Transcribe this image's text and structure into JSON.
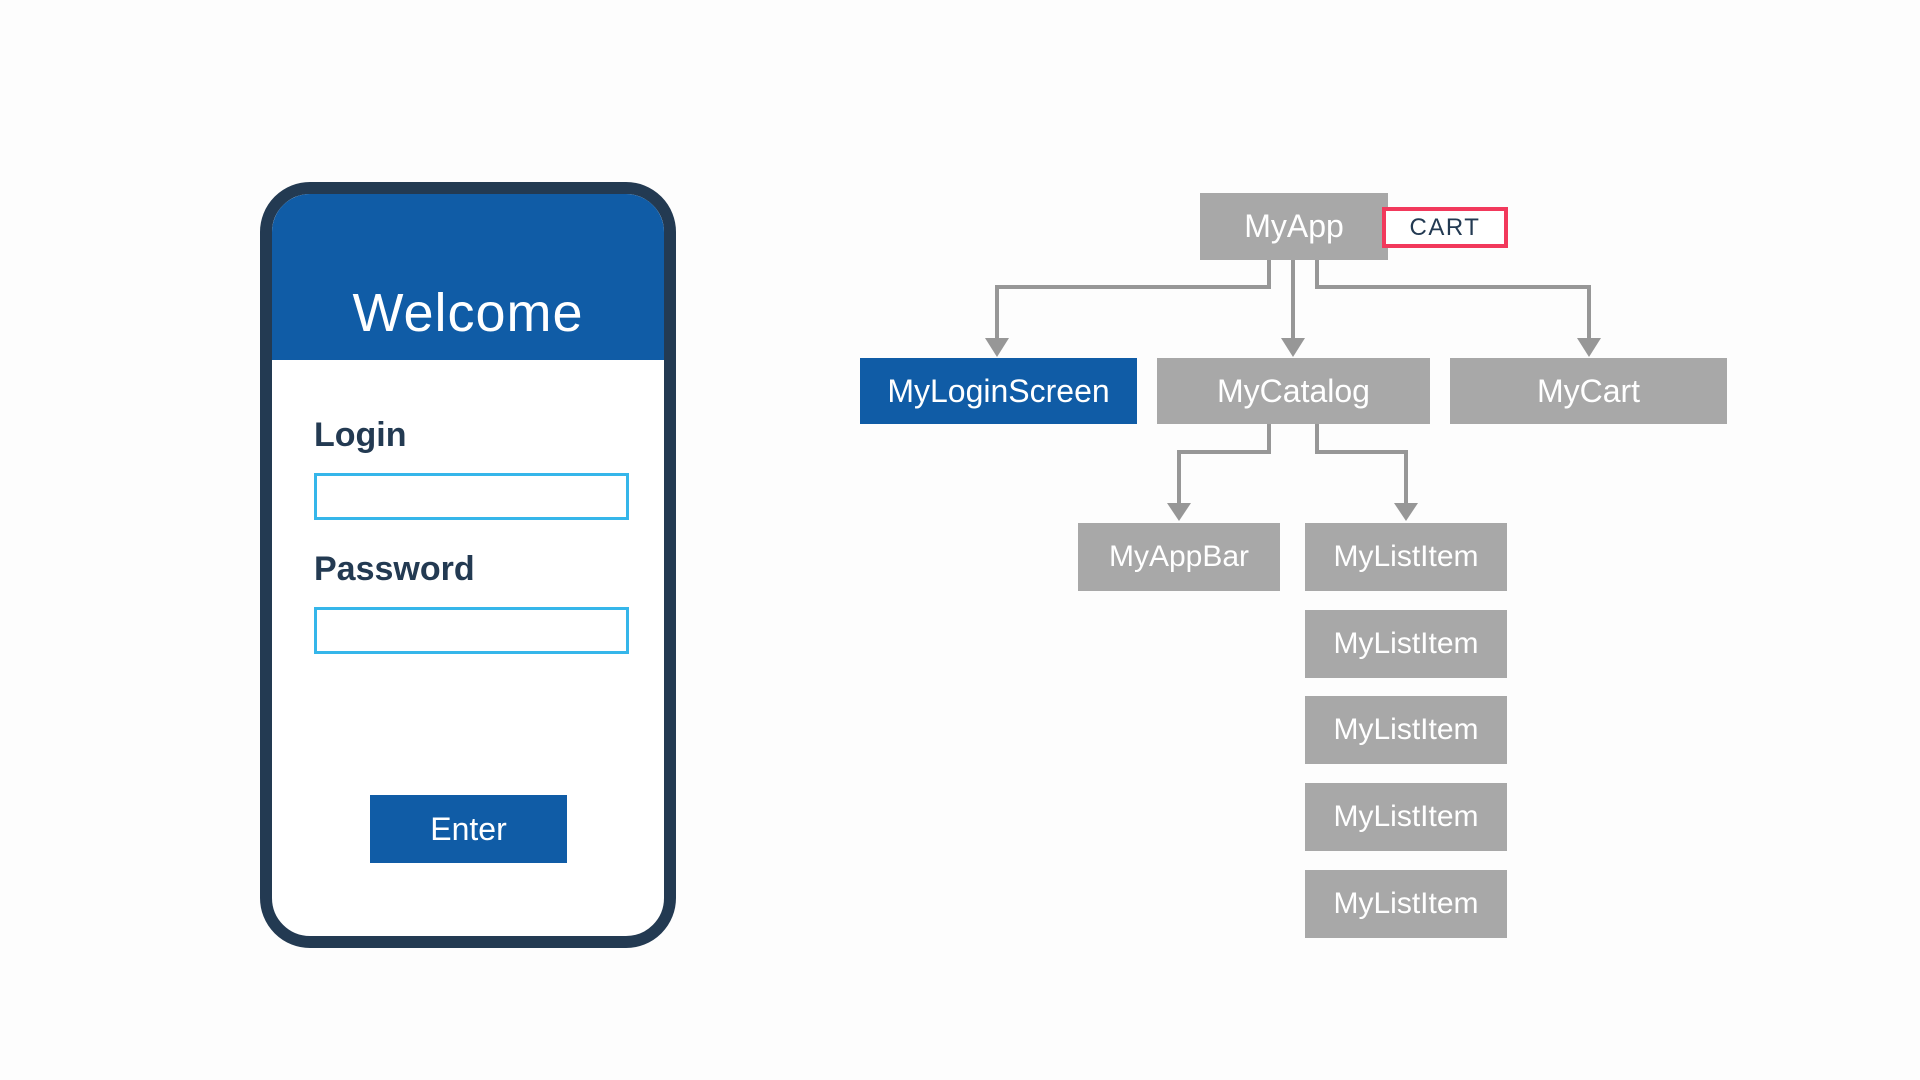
{
  "phone": {
    "title": "Welcome",
    "fields": [
      {
        "label": "Login",
        "value": ""
      },
      {
        "label": "Password",
        "value": ""
      }
    ],
    "button_label": "Enter"
  },
  "diagram": {
    "root": {
      "label": "MyApp"
    },
    "cart_badge": {
      "label": "CART"
    },
    "level1": [
      {
        "label": "MyLoginScreen",
        "variant": "blue"
      },
      {
        "label": "MyCatalog",
        "variant": "gray"
      },
      {
        "label": "MyCart",
        "variant": "gray"
      }
    ],
    "level2": [
      {
        "label": "MyAppBar"
      },
      {
        "label": "MyListItem"
      }
    ],
    "extra_list_items": [
      "MyListItem",
      "MyListItem",
      "MyListItem",
      "MyListItem"
    ]
  },
  "colors": {
    "primary_blue": "#105ca6",
    "navy": "#233a52",
    "node_gray": "#a8a8a8",
    "arrow_gray": "#979797",
    "input_border_cyan": "#35b6ea",
    "cart_border_red": "#f2395c",
    "background": "#fdfdfd"
  }
}
